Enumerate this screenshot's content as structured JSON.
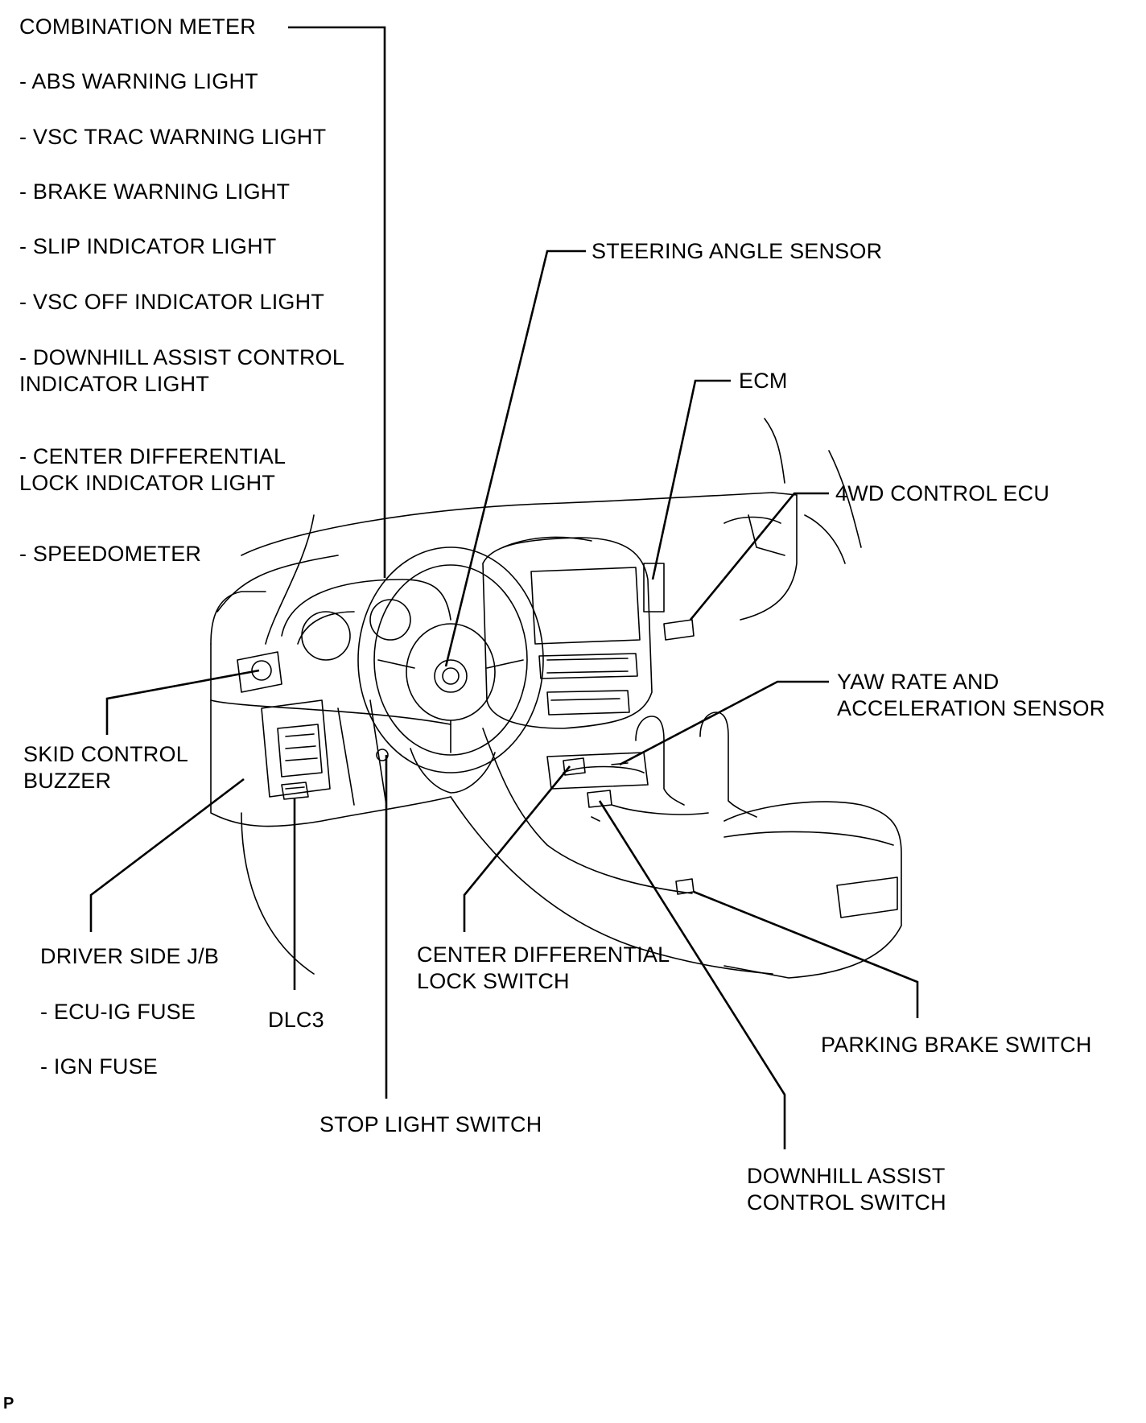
{
  "labels": {
    "combination_meter": "COMBINATION METER",
    "abs_warning": "- ABS WARNING LIGHT",
    "vsc_trac_warning": "- VSC TRAC WARNING LIGHT",
    "brake_warning": "- BRAKE WARNING LIGHT",
    "slip_indicator": "- SLIP INDICATOR LIGHT",
    "vsc_off_indicator": "- VSC OFF INDICATOR LIGHT",
    "downhill_indicator_1": "- DOWNHILL ASSIST CONTROL",
    "downhill_indicator_2": "INDICATOR LIGHT",
    "center_diff_indicator_1": "- CENTER DIFFERENTIAL",
    "center_diff_indicator_2": "LOCK INDICATOR LIGHT",
    "speedometer": "- SPEEDOMETER",
    "steering_angle_sensor": "STEERING ANGLE SENSOR",
    "ecm": "ECM",
    "fourwd_ecu": "4WD CONTROL ECU",
    "yaw_rate_1": "YAW RATE AND",
    "yaw_rate_2": "ACCELERATION SENSOR",
    "skid_buzzer_1": "SKID CONTROL",
    "skid_buzzer_2": "BUZZER",
    "driver_jb": "DRIVER SIDE J/B",
    "ecu_ig_fuse": "- ECU-IG FUSE",
    "ign_fuse": "- IGN FUSE",
    "dlc3": "DLC3",
    "center_diff_switch_1": "CENTER DIFFERENTIAL",
    "center_diff_switch_2": "LOCK SWITCH",
    "parking_brake_switch": "PARKING BRAKE SWITCH",
    "stop_light_switch": "STOP LIGHT SWITCH",
    "downhill_switch_1": "DOWNHILL ASSIST",
    "downhill_switch_2": "CONTROL SWITCH",
    "corner_mark": "P"
  },
  "colors": {
    "line": "#000000",
    "background": "#ffffff"
  }
}
